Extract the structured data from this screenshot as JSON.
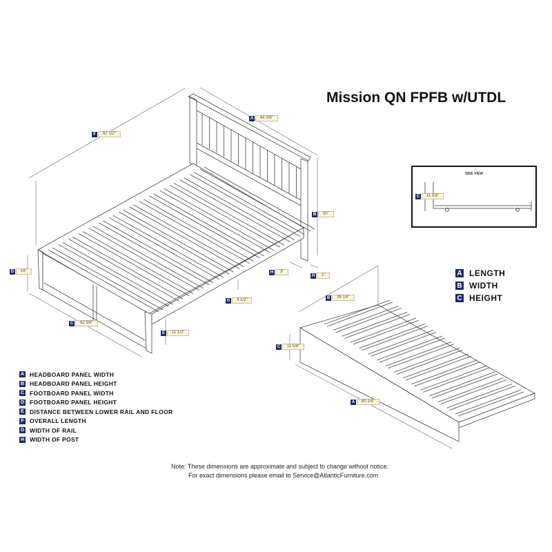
{
  "title": "Mission QN FPFB w/UTDL",
  "bed_dims": {
    "A": {
      "key": "A",
      "value": "64 5/8\""
    },
    "F": {
      "key": "F",
      "value": "82 1/2\""
    },
    "B": {
      "key": "B",
      "value": "50\""
    },
    "D": {
      "key": "D",
      "value": "16\""
    },
    "H1": {
      "key": "H",
      "value": "3\""
    },
    "H2": {
      "key": "H",
      "value": "1\""
    },
    "G": {
      "key": "G",
      "value": "4 1/2\""
    },
    "C": {
      "key": "C",
      "value": "62 5/8\""
    },
    "E": {
      "key": "E",
      "value": "11 1/2\""
    }
  },
  "side_view": {
    "title": "SIDE VIEW",
    "dim": {
      "key": "C",
      "value": "11 5/8\""
    }
  },
  "trundle_dims": {
    "B": {
      "key": "B",
      "value": "38 1/4\""
    },
    "C": {
      "key": "C",
      "value": "11 5/8\""
    },
    "A": {
      "key": "A",
      "value": "80 1/4\""
    }
  },
  "legend": [
    {
      "key": "A",
      "label": "LENGTH"
    },
    {
      "key": "B",
      "label": "WIDTH"
    },
    {
      "key": "C",
      "label": "HEIGHT"
    }
  ],
  "key_list": [
    {
      "key": "A",
      "label": "HEADBOARD PANEL WIDTH"
    },
    {
      "key": "B",
      "label": "HEADBOARD PANEL HEIGHT"
    },
    {
      "key": "C",
      "label": "FOOTBOARD PANEL WIDTH"
    },
    {
      "key": "D",
      "label": "FOOTBOARD PANEL HEIGHT"
    },
    {
      "key": "E",
      "label": "DISTANCE BETWEEN LOWER RAIL AND FLOOR"
    },
    {
      "key": "F",
      "label": "OVERALL LENGTH"
    },
    {
      "key": "G",
      "label": "WIDTH OF RAIL"
    },
    {
      "key": "H",
      "label": "WIDTH OF POST"
    }
  ],
  "note": {
    "line1": "Note:  These dimensions are approximate and subject to change without notice.",
    "line2": "For exact dimensions please email to Service@AtlanticFurniture.com"
  }
}
